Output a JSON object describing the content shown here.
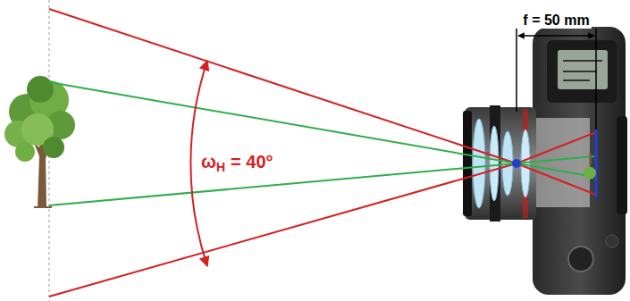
{
  "diagram": {
    "labels": [
      "f = 50 mm",
      "ω",
      "H",
      "= 40°"
    ]
  }
}
